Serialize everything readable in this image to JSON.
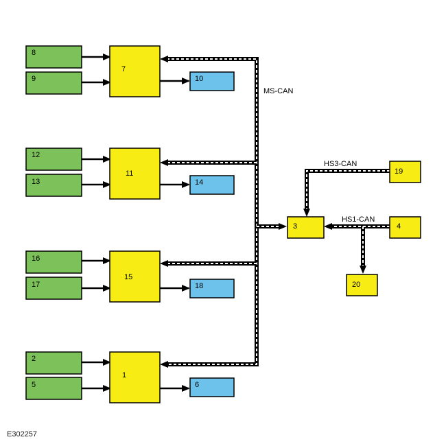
{
  "colors": {
    "input_module": "#7dc15a",
    "controller_module": "#f7ec14",
    "output_module": "#6cc2ea",
    "line": "#000000",
    "can_bus_fill": "#ffffff"
  },
  "boxes": {
    "b1": "1",
    "b2": "2",
    "b3": "3",
    "b4": "4",
    "b5": "5",
    "b6": "6",
    "b7": "7",
    "b8": "8",
    "b9": "9",
    "b10": "10",
    "b11": "11",
    "b12": "12",
    "b13": "13",
    "b14": "14",
    "b15": "15",
    "b16": "16",
    "b17": "17",
    "b18": "18",
    "b19": "19",
    "b20": "20"
  },
  "buses": {
    "ms_can": "MS-CAN",
    "hs3_can": "HS3-CAN",
    "hs1_can": "HS1-CAN"
  },
  "figure_code": "E302257"
}
